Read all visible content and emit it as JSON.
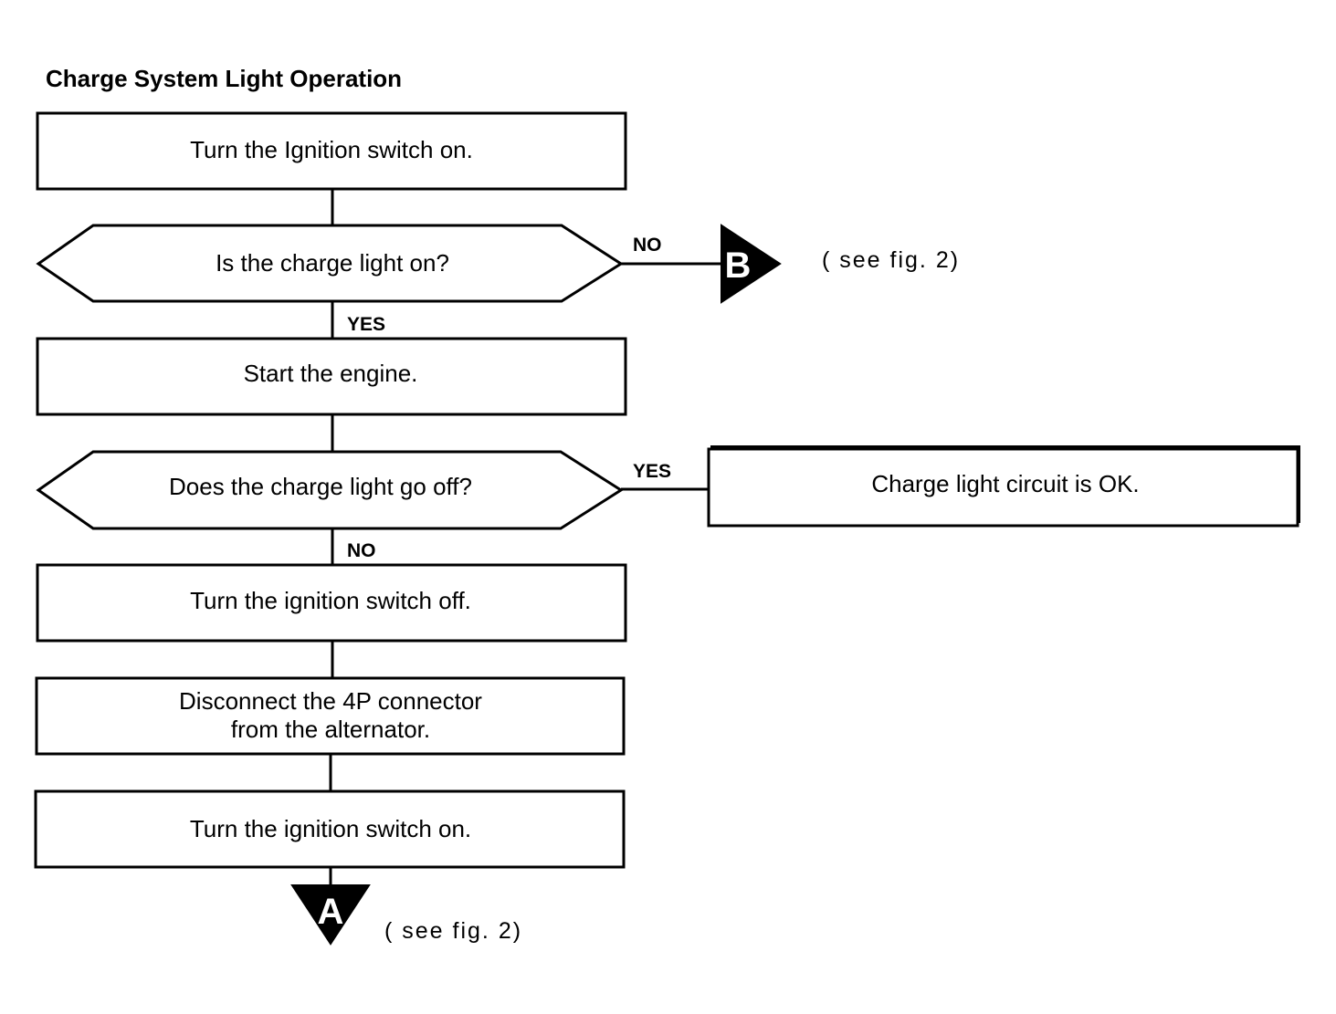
{
  "title": "Charge System Light Operation",
  "steps": {
    "step1": "Turn the Ignition switch on.",
    "decision1": "Is the charge light on?",
    "step2": "Start the engine.",
    "decision2": "Does the charge light go off?",
    "result_ok": "Charge light circuit is OK.",
    "step3": "Turn the ignition switch off.",
    "step4_line1": "Disconnect the 4P connector",
    "step4_line2": "from the alternator.",
    "step5": "Turn the ignition switch on."
  },
  "labels": {
    "d1_no": "NO",
    "d1_yes": "YES",
    "d2_yes": "YES",
    "d2_no": "NO"
  },
  "connectors": {
    "b_letter": "B",
    "b_ref": "( see fig. 2)",
    "a_letter": "A",
    "a_ref": "( see fig. 2)"
  }
}
